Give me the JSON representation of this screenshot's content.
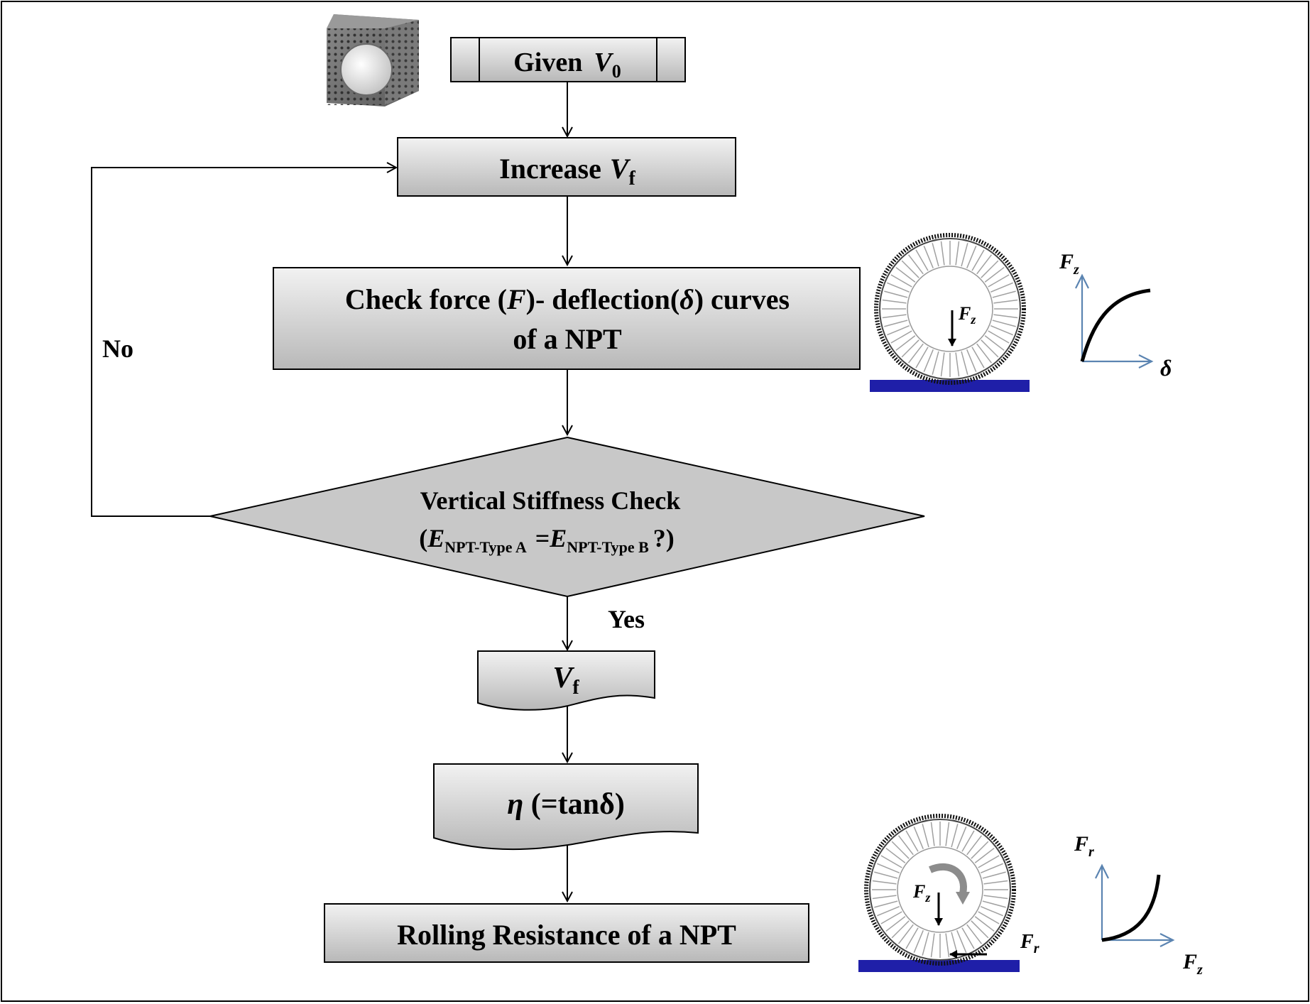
{
  "colors": {
    "box_fill_top": "#f2f2f2",
    "box_fill_bottom": "#b8b8b8",
    "diamond_fill": "#c8c8c8",
    "outline": "#000000",
    "ground": "#1f1fa8",
    "axis_arrow": "#5b84b1"
  },
  "nodes": {
    "given": {
      "prefix": "Given",
      "var": "V",
      "sub": "0"
    },
    "increase": {
      "prefix": "Increase",
      "var": "V",
      "sub": "f"
    },
    "check": {
      "line1_a": "Check force (",
      "line1_f": "F",
      "line1_b": ")- deflection(",
      "line1_d": "δ",
      "line1_c": ") curves",
      "line2": "of a NPT"
    },
    "decision": {
      "line1": "Vertical Stiffness Check",
      "open": "(",
      "e1": "E",
      "sub1": "NPT-Type A",
      "eq": "=",
      "e2": "E",
      "sub2": "NPT-Type B",
      "close": "?)"
    },
    "vf": {
      "var": "V",
      "sub": "f"
    },
    "eta": {
      "sym": "η",
      "rest": " (=tanδ)"
    },
    "rolling": {
      "text": "Rolling Resistance of a NPT"
    }
  },
  "labels": {
    "no": "No",
    "yes": "Yes"
  },
  "figures": {
    "tire1": {
      "force": "F",
      "force_sub": "z"
    },
    "graph1": {
      "y": "F",
      "y_sub": "z",
      "x": "δ"
    },
    "tire2": {
      "force": "F",
      "force_sub": "z",
      "resist": "F",
      "resist_sub": "r"
    },
    "graph2": {
      "y": "F",
      "y_sub": "r",
      "x": "F",
      "x_sub": "z"
    }
  }
}
